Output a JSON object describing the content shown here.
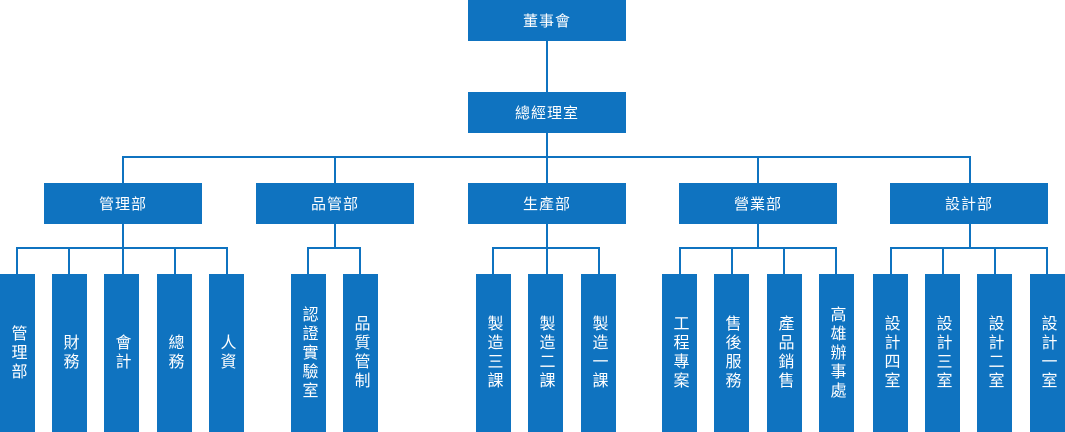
{
  "root": {
    "label": "董事會"
  },
  "gm": {
    "label": "總經理室"
  },
  "departments": [
    {
      "label": "管理部",
      "units": [
        "管理部",
        "財務",
        "會計",
        "總務",
        "人資"
      ]
    },
    {
      "label": "品管部",
      "units": [
        "認證實驗室",
        "品質管制"
      ]
    },
    {
      "label": "生產部",
      "units": [
        "製造三課",
        "製造二課",
        "製造一課"
      ]
    },
    {
      "label": "營業部",
      "units": [
        "工程專案",
        "售後服務",
        "產品銷售",
        "高雄辦事處"
      ]
    },
    {
      "label": "設計部",
      "units": [
        "設計四室",
        "設計三室",
        "設計二室",
        "設計一室"
      ]
    }
  ],
  "colors": {
    "box": "#0f73c0",
    "text": "#ffffff",
    "line": "#0f73c0"
  }
}
